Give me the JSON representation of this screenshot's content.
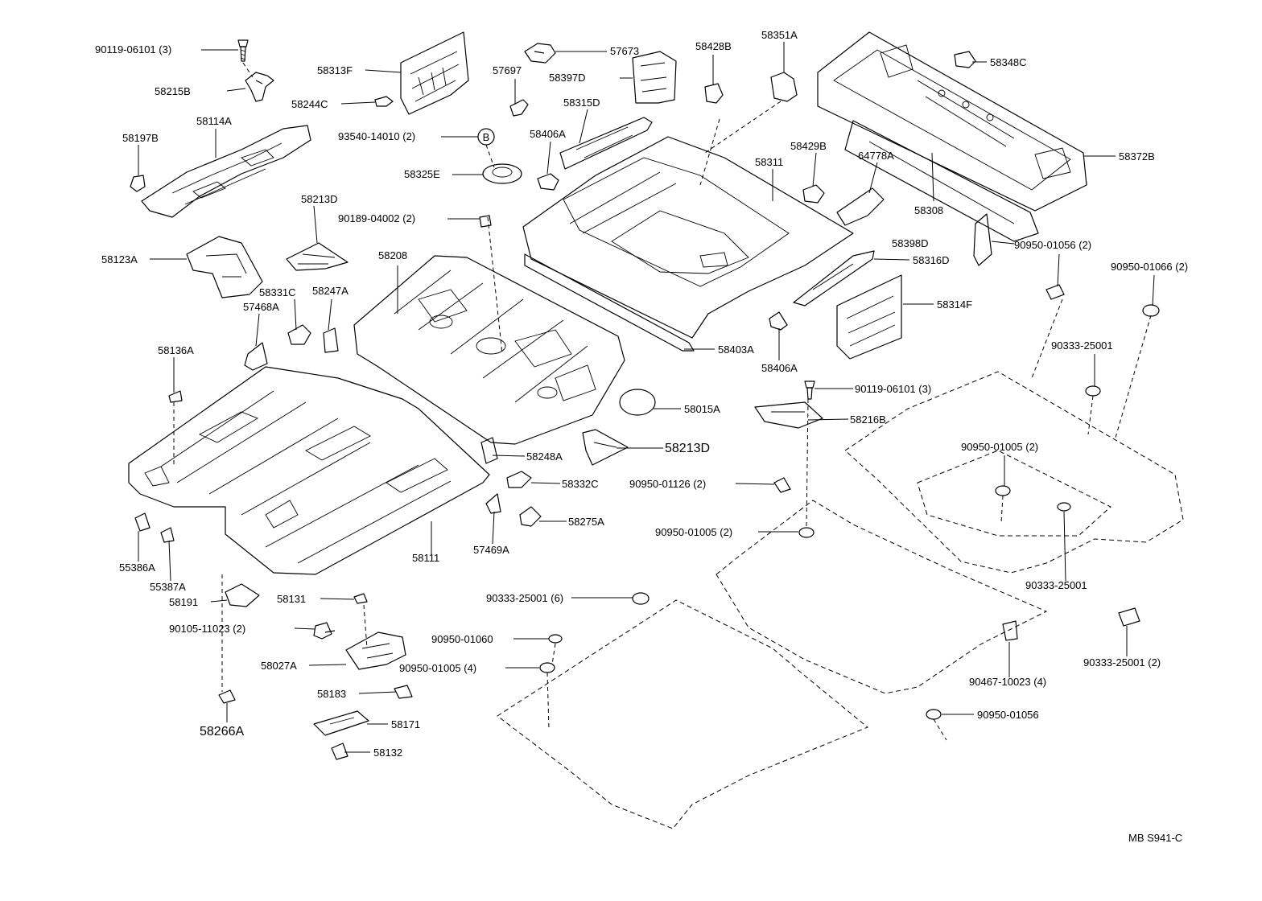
{
  "labels": {
    "p90119_06101_3_a": "90119-06101 (3)",
    "p58215B": "58215B",
    "p58114A": "58114A",
    "p58197B": "58197B",
    "p58313F": "58313F",
    "p58244C": "58244C",
    "p57673": "57673",
    "p57697": "57697",
    "p58397D": "58397D",
    "p58428B": "58428B",
    "p58351A": "58351A",
    "p58348C": "58348C",
    "p58315D": "58315D",
    "p93540_14010_2": "93540-14010 (2)",
    "p58406A_a": "58406A",
    "p58325E": "58325E",
    "p90189_04002_2": "90189-04002 (2)",
    "p58213D_a": "58213D",
    "p58123A": "58123A",
    "p58208": "58208",
    "p58331C": "58331C",
    "p58247A": "58247A",
    "p57468A": "57468A",
    "p58136A": "58136A",
    "p58311": "58311",
    "p58429B": "58429B",
    "p64778A": "64778A",
    "p58308": "58308",
    "p58372B": "58372B",
    "p58398D": "58398D",
    "p58316D": "58316D",
    "p90950_01056_2": "90950-01056 (2)",
    "p90950_01066_2": "90950-01066 (2)",
    "p58314F": "58314F",
    "p58403A": "58403A",
    "p58406A_b": "58406A",
    "p90333_25001_a": "90333-25001",
    "p90119_06101_3_b": "90119-06101 (3)",
    "p58015A": "58015A",
    "p58216B": "58216B",
    "p58213D_b": "58213D",
    "p58248A": "58248A",
    "p58332C": "58332C",
    "p90950_01126_2": "90950-01126 (2)",
    "p90950_01005_2_a": "90950-01005 (2)",
    "p58275A": "58275A",
    "p57469A": "57469A",
    "p58111": "58111",
    "p90950_01005_2_b": "90950-01005 (2)",
    "p55386A": "55386A",
    "p55387A": "55387A",
    "p58191": "58191",
    "p58131": "58131",
    "p90333_25001_6": "90333-25001 (6)",
    "p90333_25001_b": "90333-25001",
    "p90105_11023_2": "90105-11023 (2)",
    "p90950_01060": "90950-01060",
    "p58027A": "58027A",
    "p90950_01005_4": "90950-01005 (4)",
    "p58183": "58183",
    "p90467_10023_4": "90467-10023 (4)",
    "p90333_25001_2": "90333-25001 (2)",
    "p58171": "58171",
    "p58266A": "58266A",
    "p90950_01056": "90950-01056",
    "p58132": "58132",
    "callout_b": "B",
    "drawing_code": "MB S941-C"
  }
}
